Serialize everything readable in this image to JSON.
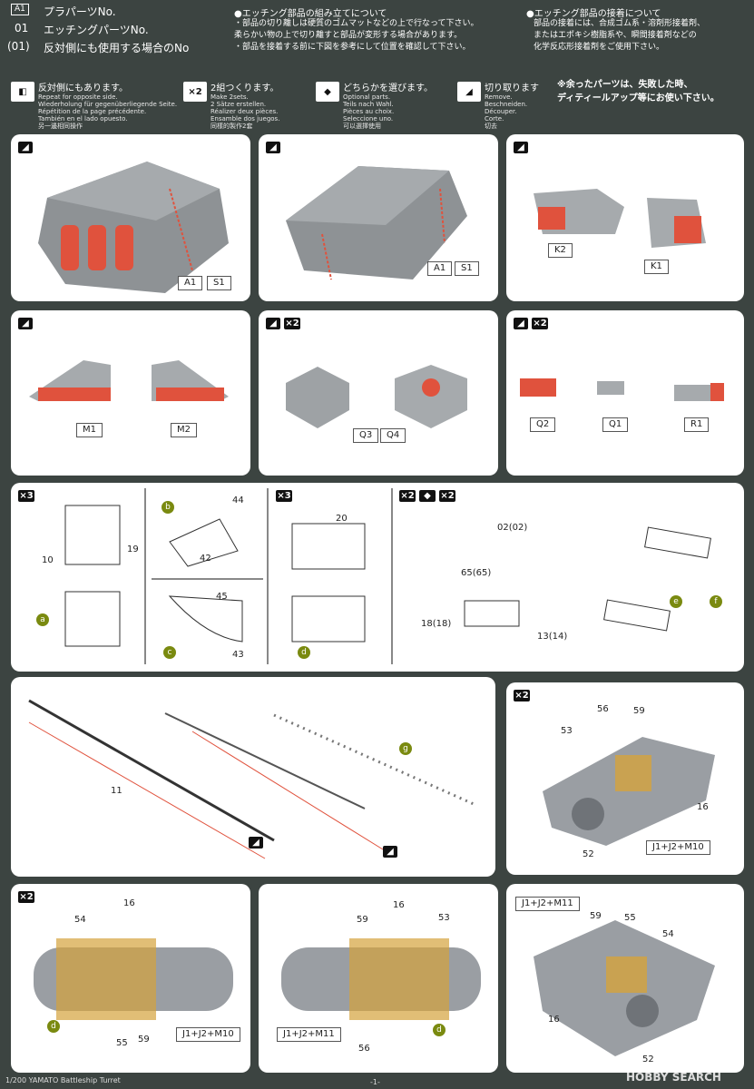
{
  "header": {
    "tag": "A1",
    "plastic_no_label": "プラパーツNo.",
    "plastic_no": "01",
    "etch_no_label": "エッチングパーツNo.",
    "opposite_no": "(01)",
    "opposite_label": "反対側にも使用する場合のNo",
    "assembly_title": "●エッチング部品の組み立てについて",
    "assembly_lines": [
      "・部品の切り離しは硬質のゴムマットなどの上で行なって下さい。",
      "柔らかい物の上で切り離すと部品が変形する場合があります。",
      "・部品を接着する前に下図を参考にして位置を確認して下さい。"
    ],
    "glue_title": "●エッチング部品の接着について",
    "glue_lines": [
      "部品の接着には、合成ゴム系・溶剤形接着剤、",
      "またはエポキシ樹脂系や、瞬間接着剤などの",
      "化学反応形接着剤をご使用下さい。"
    ],
    "leftover_note": [
      "※余ったパーツは、失敗した時、",
      "ディティールアップ等にお使い下さい。"
    ]
  },
  "legend": [
    {
      "icon": "◧",
      "title": "反対側にもあります。",
      "lines": [
        "Repeat for opposite side.",
        "Wiederholung für gegenüberliegende Seite.",
        "Répétition de la page précédente.",
        "También en el lado opuesto.",
        "另一邊相同操作"
      ]
    },
    {
      "icon": "×2",
      "title": "2組つくります。",
      "lines": [
        "Make 2sets.",
        "2 Sätze erstellen.",
        "Réalizer deux pièces.",
        "Ensamble dos juegos.",
        "同樣的製作2套"
      ]
    },
    {
      "icon": "◆",
      "title": "どちらかを選びます。",
      "lines": [
        "Optional parts.",
        "Teils nach Wahl.",
        "Pièces au choix.",
        "Seleccione uno.",
        "可以選擇使用"
      ]
    },
    {
      "icon": "◢",
      "title": "切り取ります",
      "lines": [
        "Remove.",
        "Beschneiden.",
        "Découper.",
        "Corte.",
        "切去"
      ]
    }
  ],
  "panels": {
    "p1": {
      "labels": [
        "A1",
        "S1"
      ]
    },
    "p2": {
      "labels": [
        "A1",
        "S1"
      ]
    },
    "p3": {
      "labels": [
        "K2",
        "K1"
      ]
    },
    "p4": {
      "labels": [
        "M1",
        "M2"
      ]
    },
    "p5": {
      "multiplier": "×2",
      "labels": [
        "Q3",
        "Q4"
      ]
    },
    "p6": {
      "multiplier": "×2",
      "labels": [
        "Q2",
        "Q1",
        "R1"
      ]
    }
  },
  "etch_row": {
    "a": {
      "multiplier": "×3",
      "nums": [
        "10",
        "19"
      ],
      "badge": "a"
    },
    "b": {
      "badge": "b",
      "nums": [
        "44",
        "42"
      ]
    },
    "c": {
      "badge": "c",
      "nums": [
        "45",
        "43"
      ]
    },
    "d": {
      "multiplier": "×3",
      "nums": [
        "20"
      ],
      "badge": "d"
    },
    "e": {
      "multipliers": [
        "×2",
        "×2"
      ],
      "nums": [
        "02(02)",
        "65(65)",
        "18(18)",
        "13(14)"
      ],
      "badges": [
        "e",
        "f"
      ]
    }
  },
  "rails": {
    "nums": [
      "11"
    ],
    "badge": "g"
  },
  "mech": {
    "top_right": {
      "multiplier": "×2",
      "nums": [
        "56",
        "59",
        "53",
        "16",
        "52"
      ],
      "label": "J1+J2+M10"
    },
    "bl": {
      "multiplier": "×2",
      "nums": [
        "16",
        "54",
        "55",
        "59"
      ],
      "badge": "d",
      "label": "J1+J2+M10"
    },
    "bm": {
      "nums": [
        "16",
        "59",
        "53",
        "56"
      ],
      "badge": "d",
      "label": "J1+J2+M11"
    },
    "br": {
      "label": "J1+J2+M11",
      "nums": [
        "59",
        "55",
        "54",
        "16",
        "52"
      ]
    }
  },
  "footer": {
    "title": "1/200 YAMATO Battleship Turret",
    "page": "-1-",
    "watermark": "HOBBY SEARCH"
  }
}
